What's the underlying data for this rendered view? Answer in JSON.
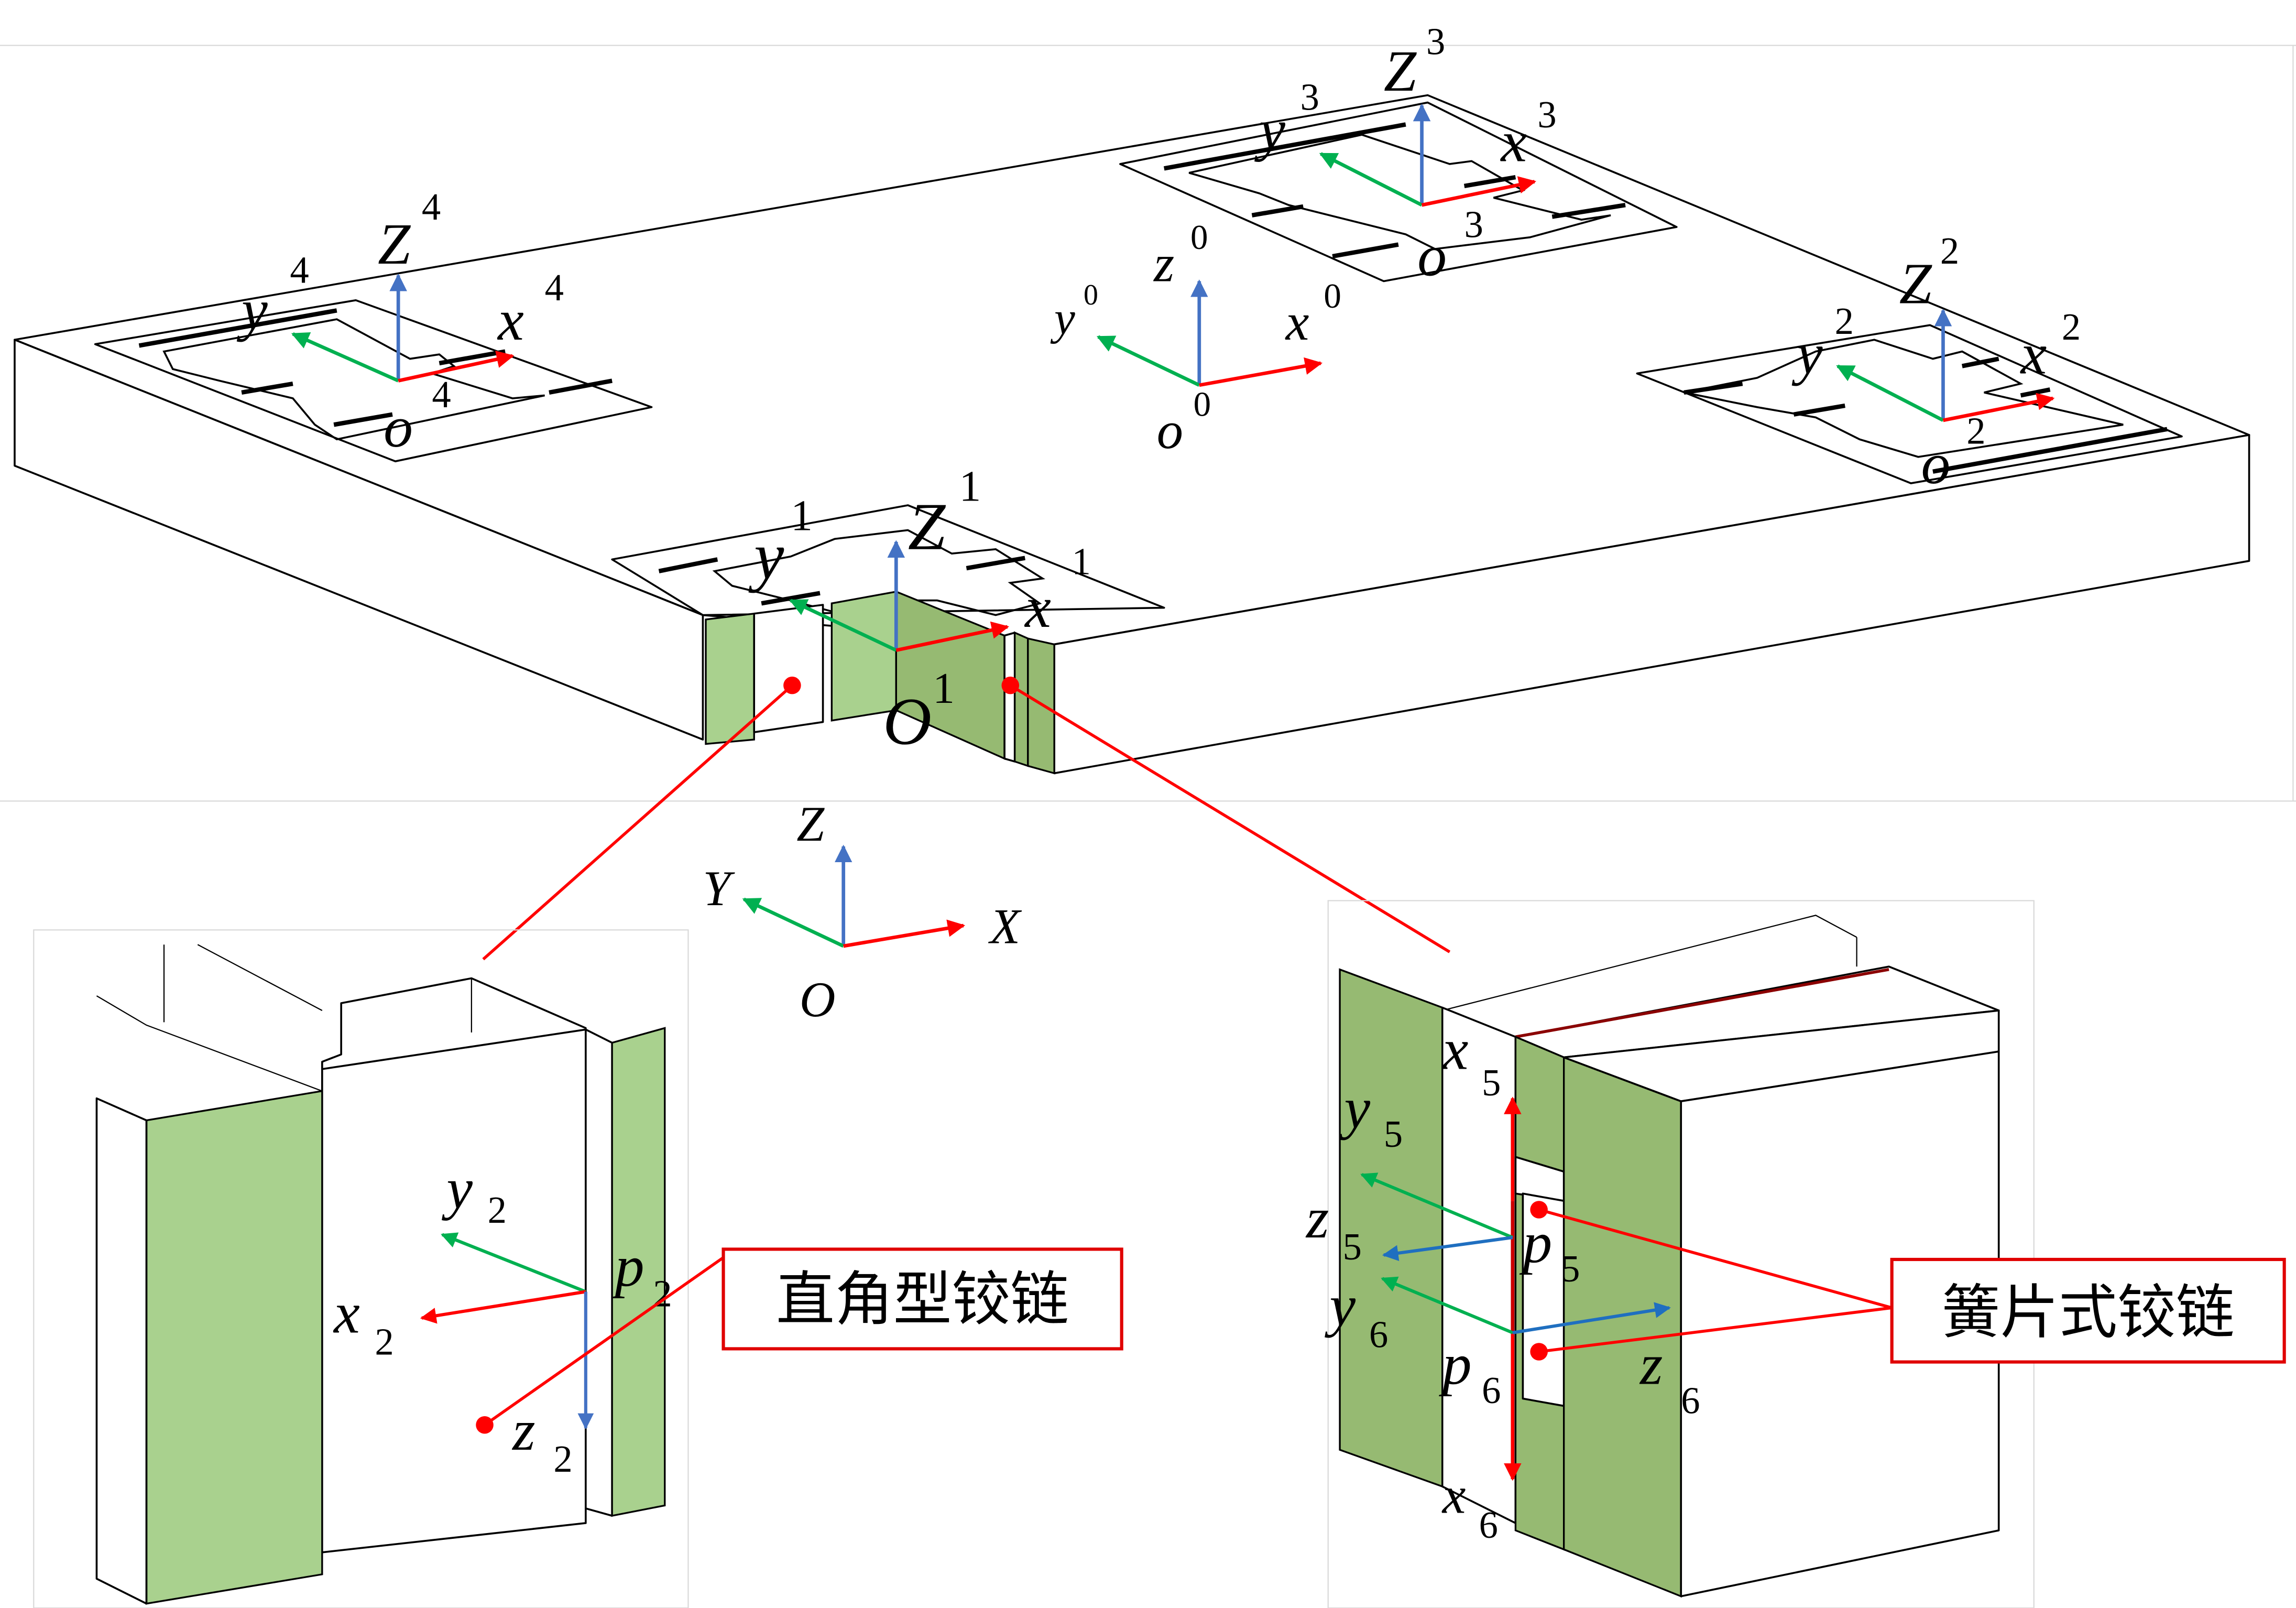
{
  "figure": {
    "description": "Compliant mechanism platform with four flexure-hinge joint frames and two magnified hinge details",
    "colors": {
      "x_axis": "#FF0000",
      "y_axis": "#00B050",
      "z_axis": "#4472C4",
      "flexure_face_light": "#A9D18E",
      "flexure_face_dark": "#96BA72",
      "callout_border": "#E00000",
      "leader_line": "#FF0000"
    },
    "frames": [
      {
        "id": "0",
        "x": "x",
        "y": "y",
        "z": "z",
        "o": "o",
        "index": "0"
      },
      {
        "id": "1",
        "x": "x",
        "y": "y",
        "z": "Z",
        "o": "O",
        "index": "1"
      },
      {
        "id": "2",
        "x": "x",
        "y": "y",
        "z": "Z",
        "o": "o",
        "index": "2"
      },
      {
        "id": "3",
        "x": "x",
        "y": "y",
        "z": "Z",
        "o": "o",
        "index": "3"
      },
      {
        "id": "4",
        "x": "x",
        "y": "y",
        "z": "Z",
        "o": "o",
        "index": "4"
      }
    ],
    "global_frame": {
      "x": "X",
      "y": "Y",
      "z": "Z",
      "o": "O"
    },
    "detail_left": {
      "callout": "直角型铰链",
      "point": {
        "base": "p",
        "sub": "2"
      },
      "axes": [
        {
          "base": "x",
          "sub": "2"
        },
        {
          "base": "y",
          "sub": "2"
        },
        {
          "base": "z",
          "sub": "2"
        }
      ]
    },
    "detail_right": {
      "callout": "簧片式铰链",
      "points": [
        {
          "base": "p",
          "sub": "5"
        },
        {
          "base": "p",
          "sub": "6"
        }
      ],
      "axes": [
        {
          "base": "x",
          "sub": "5"
        },
        {
          "base": "y",
          "sub": "5"
        },
        {
          "base": "z",
          "sub": "5"
        },
        {
          "base": "x",
          "sub": "6"
        },
        {
          "base": "y",
          "sub": "6"
        },
        {
          "base": "z",
          "sub": "6"
        }
      ]
    }
  }
}
